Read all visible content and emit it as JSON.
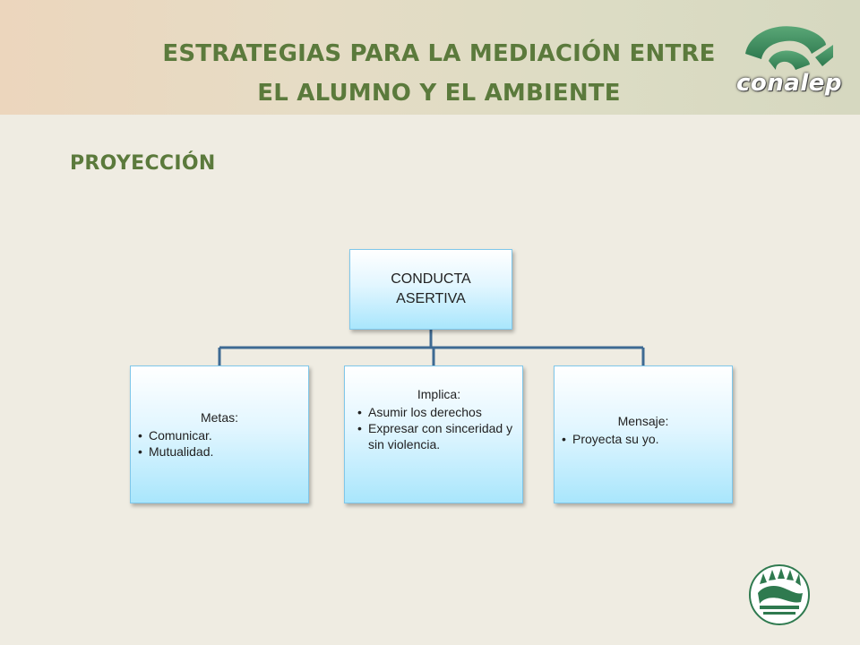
{
  "header": {
    "title_line1": "ESTRATEGIAS PARA LA MEDIACIÓN ENTRE",
    "title_line2": "EL ALUMNO Y EL AMBIENTE",
    "logo_text": "conalep",
    "logo_icon": "conalep-logo-icon"
  },
  "section": {
    "title": "PROYECCIÓN"
  },
  "diagram": {
    "root": {
      "line1": "CONDUCTA",
      "line2": "ASERTIVA"
    },
    "children": [
      {
        "head": "Metas:",
        "items": [
          "Comunicar.",
          "Mutualidad."
        ]
      },
      {
        "head": "Implica:",
        "items": [
          "Asumir los  derechos",
          "Expresar con sinceridad y sin violencia."
        ]
      },
      {
        "head": "Mensaje:",
        "items": [
          "Proyecta su yo."
        ]
      }
    ]
  },
  "colors": {
    "title_green": "#5b7a3c",
    "logo_green": "#3d8a5e",
    "connector_blue": "#3e6a93",
    "box_border": "#7fc7ea"
  },
  "footer": {
    "seal_icon": "seal-icon"
  }
}
